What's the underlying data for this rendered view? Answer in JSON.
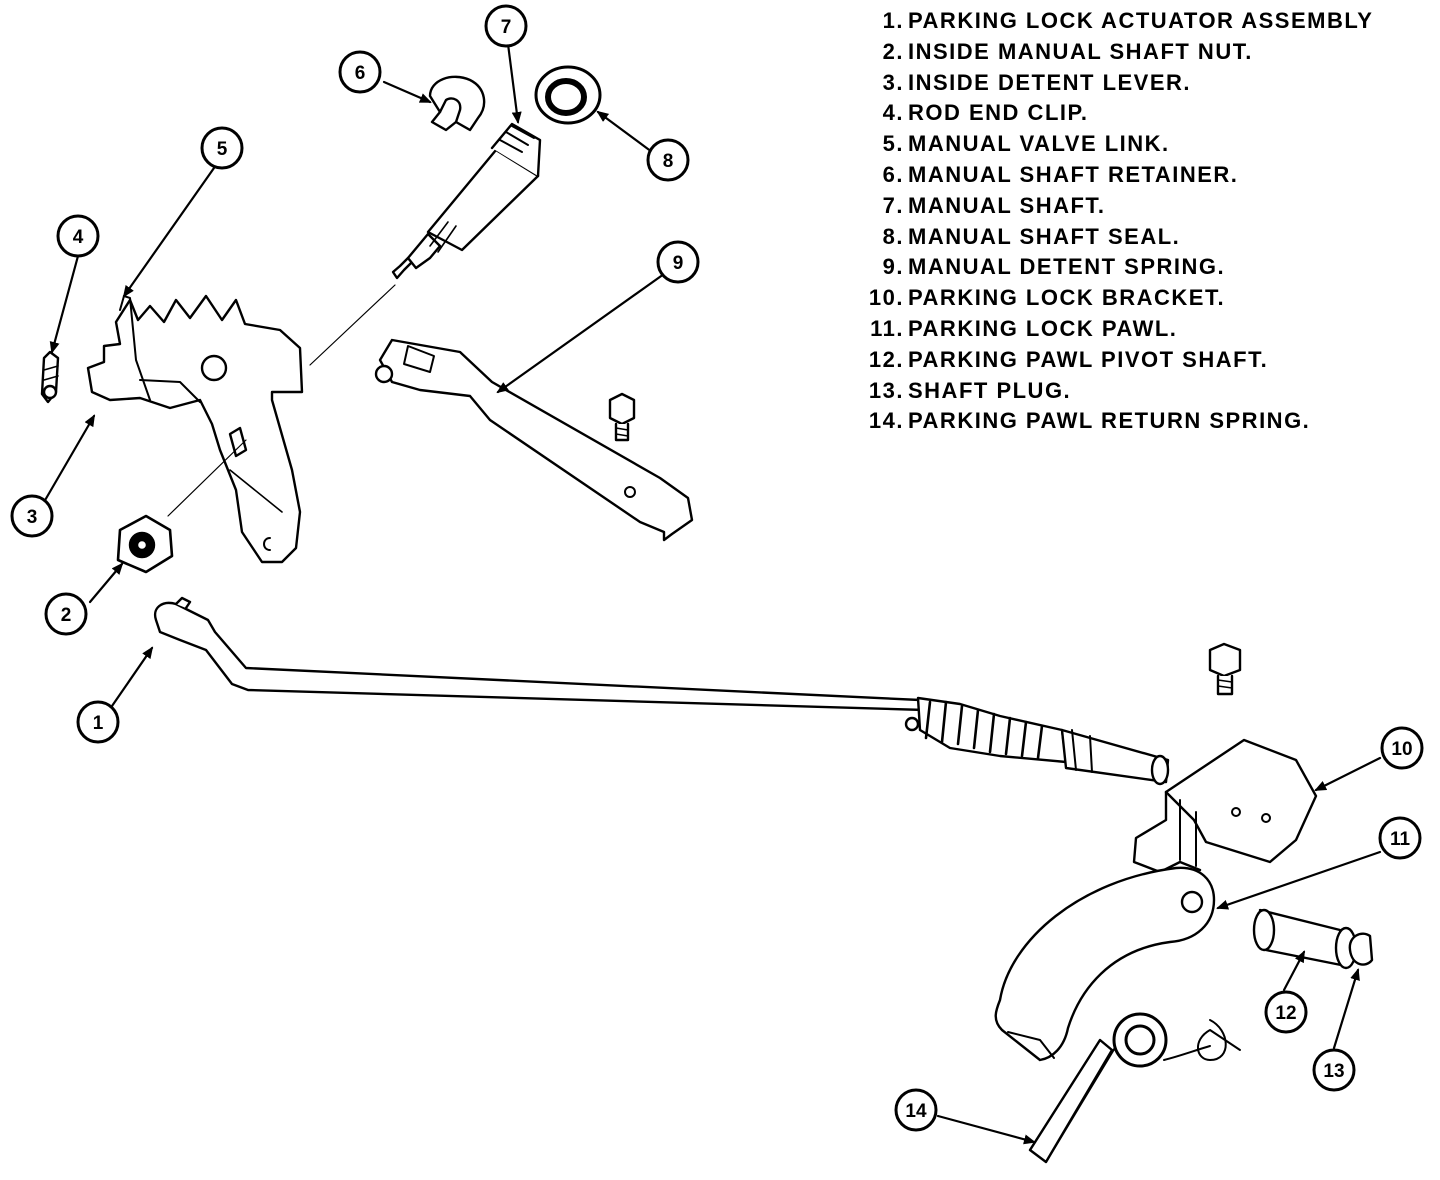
{
  "legend": [
    {
      "number": "1.",
      "label": "PARKING LOCK ACTUATOR ASSEMBLY"
    },
    {
      "number": "2.",
      "label": "INSIDE MANUAL SHAFT NUT."
    },
    {
      "number": "3.",
      "label": "INSIDE DETENT LEVER."
    },
    {
      "number": "4.",
      "label": "ROD END CLIP."
    },
    {
      "number": "5.",
      "label": "MANUAL VALVE LINK."
    },
    {
      "number": "6.",
      "label": "MANUAL SHAFT RETAINER."
    },
    {
      "number": "7.",
      "label": "MANUAL SHAFT."
    },
    {
      "number": "8.",
      "label": "MANUAL SHAFT SEAL."
    },
    {
      "number": "9.",
      "label": "MANUAL DETENT SPRING."
    },
    {
      "number": "10.",
      "label": "PARKING LOCK BRACKET."
    },
    {
      "number": "11.",
      "label": "PARKING LOCK PAWL."
    },
    {
      "number": "12.",
      "label": "PARKING PAWL PIVOT SHAFT."
    },
    {
      "number": "13.",
      "label": "SHAFT PLUG."
    },
    {
      "number": "14.",
      "label": "PARKING PAWL RETURN SPRING."
    }
  ],
  "callouts": {
    "c1": "1",
    "c2": "2",
    "c3": "3",
    "c4": "4",
    "c5": "5",
    "c6": "6",
    "c7": "7",
    "c8": "8",
    "c9": "9",
    "c10": "10",
    "c11": "11",
    "c12": "12",
    "c13": "13",
    "c14": "14"
  }
}
